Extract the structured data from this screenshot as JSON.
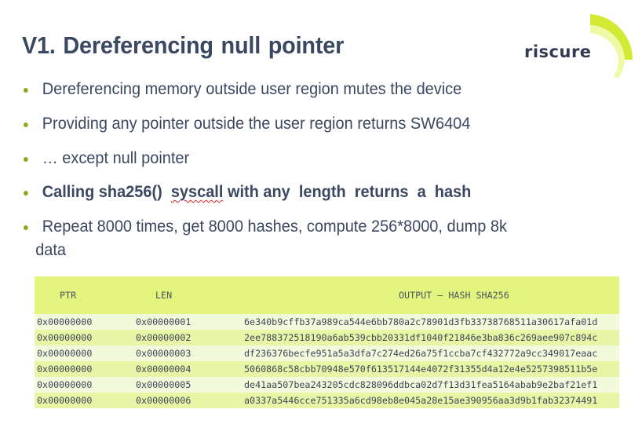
{
  "slide": {
    "title": "V1. Dereferencing  null pointer",
    "logo": {
      "text": "riscure",
      "arc_colors": [
        "#d2ea33",
        "#eefaa6"
      ]
    },
    "bullets": [
      {
        "text": "Dereferencing  memory  outside  user  region  mutes  the  device",
        "bold": false
      },
      {
        "text": "Providing  any  pointer  outside  the  user  region  returns  SW6404",
        "bold": false
      },
      {
        "text": "…  except  null  pointer",
        "bold": false
      },
      {
        "text_before": "Calling sha256()  ",
        "text_flagged": "syscall",
        "text_after": " with any  length  returns  a  hash",
        "bold": true
      },
      {
        "text": "Repeat  8000  times,  get  8000  hashes,  compute  256*8000,  dump  8k",
        "continuation": "data",
        "bold": false
      }
    ],
    "colors": {
      "text": "#3b4862",
      "bullet": "#8ea61a",
      "table_header": "#e4f57f",
      "row_light": "#f3fadb",
      "row_dark": "#e9f5a6"
    }
  },
  "table": {
    "headers": [
      "PTR",
      "LEN",
      "OUTPUT – HASH SHA256"
    ],
    "rows": [
      [
        "0x00000000",
        "0x00000001",
        "6e340b9cffb37a989ca544e6bb780a2c78901d3fb33738768511a30617afa01d"
      ],
      [
        "0x00000000",
        "0x00000002",
        "2ee788372518190a6ab539cbb20331df1040f21846e3ba836c269aee907c894c"
      ],
      [
        "0x00000000",
        "0x00000003",
        "df236376becfe951a5a3dfa7c274ed26a75f1ccba7cf432772a9cc349017eaac"
      ],
      [
        "0x00000000",
        "0x00000004",
        "5060868c58cbb70948e570f613517144e4072f31355d4a12e4e5257398511b5e"
      ],
      [
        "0x00000000",
        "0x00000005",
        "de41aa507bea243205cdc828096ddbca02d7f13d31fea5164abab9e2baf21ef1"
      ],
      [
        "0x00000000",
        "0x00000006",
        "a0337a5446cce751335a6cd98eb8e045a28e15ae390956aa3d9b1fab32374491"
      ]
    ]
  }
}
